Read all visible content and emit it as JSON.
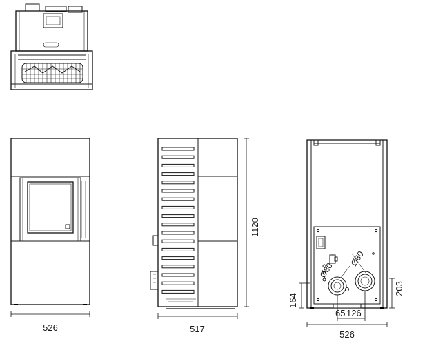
{
  "dimensions": {
    "front_width": "526",
    "side_depth": "517",
    "side_height": "1120",
    "back_width": "526",
    "left_inlet_height": "164",
    "right_outlet_height": "203",
    "left_offset": "65",
    "pipe_spacing": "126",
    "pipe_diameter_left": "Ø80",
    "pipe_diameter_right": "Ø80"
  },
  "colors": {
    "line": "#1a1a1a",
    "background": "#ffffff"
  }
}
